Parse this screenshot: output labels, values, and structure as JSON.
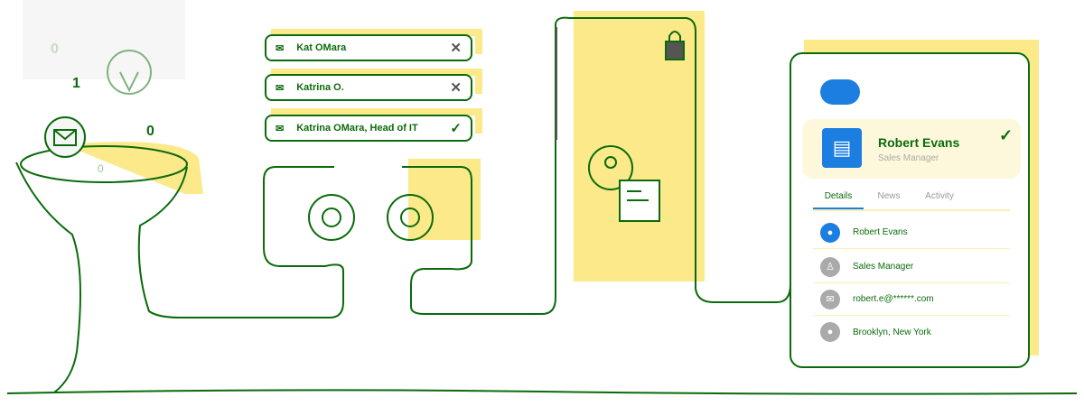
{
  "counters": {
    "a": "0",
    "b": "1",
    "c": "0",
    "d": "0"
  },
  "emails": [
    {
      "label": "Kat OMara",
      "status": "rejected"
    },
    {
      "label": "Katrina O.",
      "status": "rejected"
    },
    {
      "label": "Katrina OMara, Head of IT",
      "status": "accepted"
    }
  ],
  "contact": {
    "name": "Robert Evans",
    "title": "Sales Manager",
    "tabs": [
      "Details",
      "News",
      "Activity"
    ],
    "rows": [
      {
        "icon": "avatar",
        "text": "Robert Evans"
      },
      {
        "icon": "person-icon",
        "text": "Sales Manager"
      },
      {
        "icon": "mail-icon",
        "text": "robert.e@******.com"
      },
      {
        "icon": "location-icon",
        "text": "Brooklyn, New York"
      }
    ]
  },
  "colors": {
    "line": "#0b6b0b",
    "highlight": "#fbe98a",
    "brand": "#1b7ee0"
  }
}
